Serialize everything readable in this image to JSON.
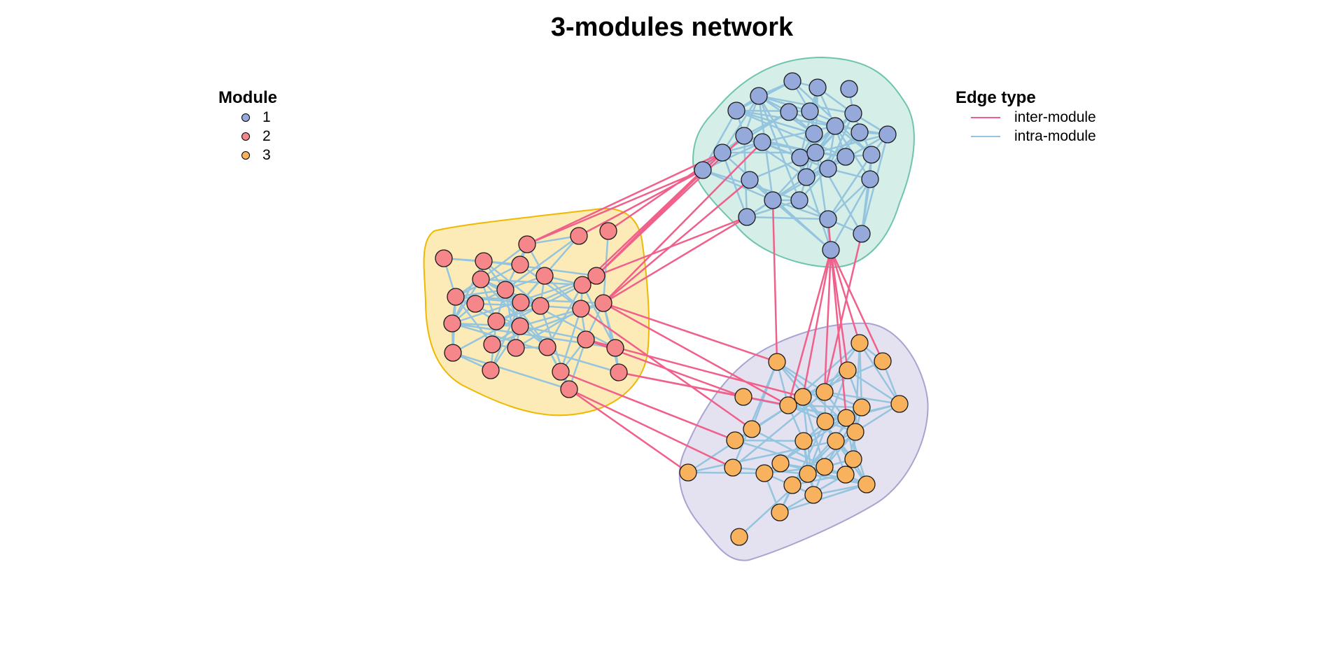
{
  "title": "3-modules network",
  "legend_module": {
    "title": "Module",
    "items": [
      {
        "label": "1",
        "color": "#95aadb"
      },
      {
        "label": "2",
        "color": "#f5868a"
      },
      {
        "label": "3",
        "color": "#f8b25e"
      }
    ]
  },
  "legend_edge": {
    "title": "Edge type",
    "items": [
      {
        "label": "inter-module",
        "color": "#f0608a"
      },
      {
        "label": "intra-module",
        "color": "#95c4df"
      }
    ]
  },
  "chart_data": {
    "type": "network",
    "title": "3-modules network",
    "modules": [
      {
        "id": "1",
        "node_color": "#95aadb",
        "hull_fill": "#d5eee7",
        "hull_stroke": "#6fc4ae"
      },
      {
        "id": "2",
        "node_color": "#f5868a",
        "hull_fill": "#fcebb6",
        "hull_stroke": "#f0b800"
      },
      {
        "id": "3",
        "node_color": "#f8b25e",
        "hull_fill": "#e4e2f0",
        "hull_stroke": "#a9a3d0"
      }
    ],
    "node_counts": {
      "1": 30,
      "2": 30,
      "3": 30
    },
    "edge_types": [
      "inter-module",
      "intra-module"
    ],
    "inter_module_edges": [
      [
        "1:19",
        "2:0"
      ],
      [
        "1:19",
        "2:1"
      ],
      [
        "1:19",
        "2:8"
      ],
      [
        "1:19",
        "2:9"
      ],
      [
        "1:14",
        "2:0"
      ],
      [
        "1:14",
        "2:8"
      ],
      [
        "1:14",
        "2:2"
      ],
      [
        "1:9",
        "2:8"
      ],
      [
        "1:10",
        "2:16"
      ],
      [
        "1:26",
        "2:16"
      ],
      [
        "1:26",
        "2:8"
      ],
      [
        "1:21",
        "2:16"
      ],
      [
        "1:24",
        "3:1"
      ],
      [
        "1:29",
        "3:7"
      ],
      [
        "1:29",
        "3:5"
      ],
      [
        "1:29",
        "3:6"
      ],
      [
        "1:29",
        "3:0"
      ],
      [
        "1:29",
        "3:2"
      ],
      [
        "1:29",
        "3:3"
      ],
      [
        "1:28",
        "3:6"
      ],
      [
        "1:27",
        "3:10"
      ],
      [
        "2:16",
        "3:1"
      ],
      [
        "2:16",
        "3:7"
      ],
      [
        "2:20",
        "3:4"
      ],
      [
        "2:20",
        "3:5"
      ],
      [
        "2:28",
        "3:4"
      ],
      [
        "2:28",
        "3:7"
      ],
      [
        "2:27",
        "3:14"
      ],
      [
        "2:29",
        "3:21"
      ],
      [
        "2:29",
        "3:19"
      ],
      [
        "2:15",
        "3:12"
      ]
    ]
  }
}
